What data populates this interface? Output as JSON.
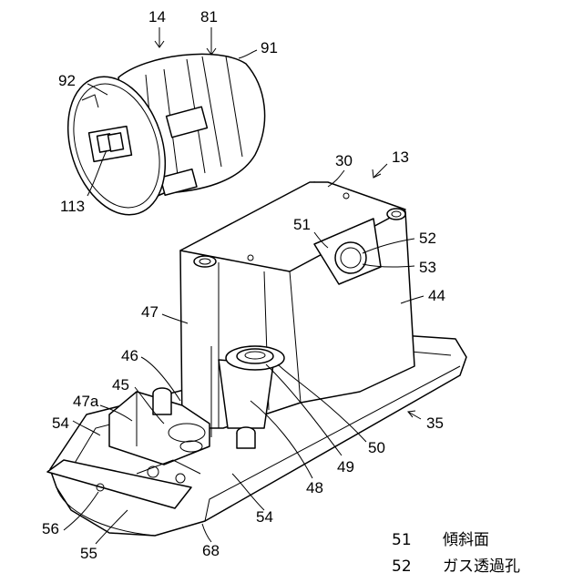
{
  "figure": {
    "labels": {
      "l14": "14",
      "l81": "81",
      "l91": "91",
      "l92": "92",
      "l113": "113",
      "l30": "30",
      "l13": "13",
      "l51": "51",
      "l52": "52",
      "l53": "53",
      "l44": "44",
      "l47": "47",
      "l46": "46",
      "l45": "45",
      "l47a": "47a",
      "l54a": "54",
      "l54b": "54",
      "l35": "35",
      "l50": "50",
      "l49": "49",
      "l48": "48",
      "l56": "56",
      "l55": "55",
      "l68": "68"
    },
    "legend": [
      {
        "num": "51",
        "text": "傾斜面"
      },
      {
        "num": "52",
        "text": "ガス透過孔"
      }
    ]
  }
}
